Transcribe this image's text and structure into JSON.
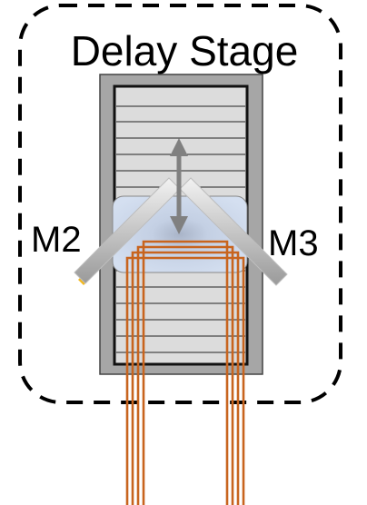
{
  "title": "Delay Stage",
  "labels": {
    "left_mirror": "M2",
    "right_mirror": "M3"
  },
  "icons": {
    "motion": "double-arrow-icon"
  },
  "colors": {
    "background": "#ffffff",
    "frame": "#000000",
    "stage_outer": "#a6a6a6",
    "stage_inner": "#dcdcdc",
    "carriage": "#c9d5ea",
    "mirror": "#c4c4c4",
    "mirror_coating": "#f2b81f",
    "beam": "#c8641e",
    "arrow": "#808080"
  }
}
